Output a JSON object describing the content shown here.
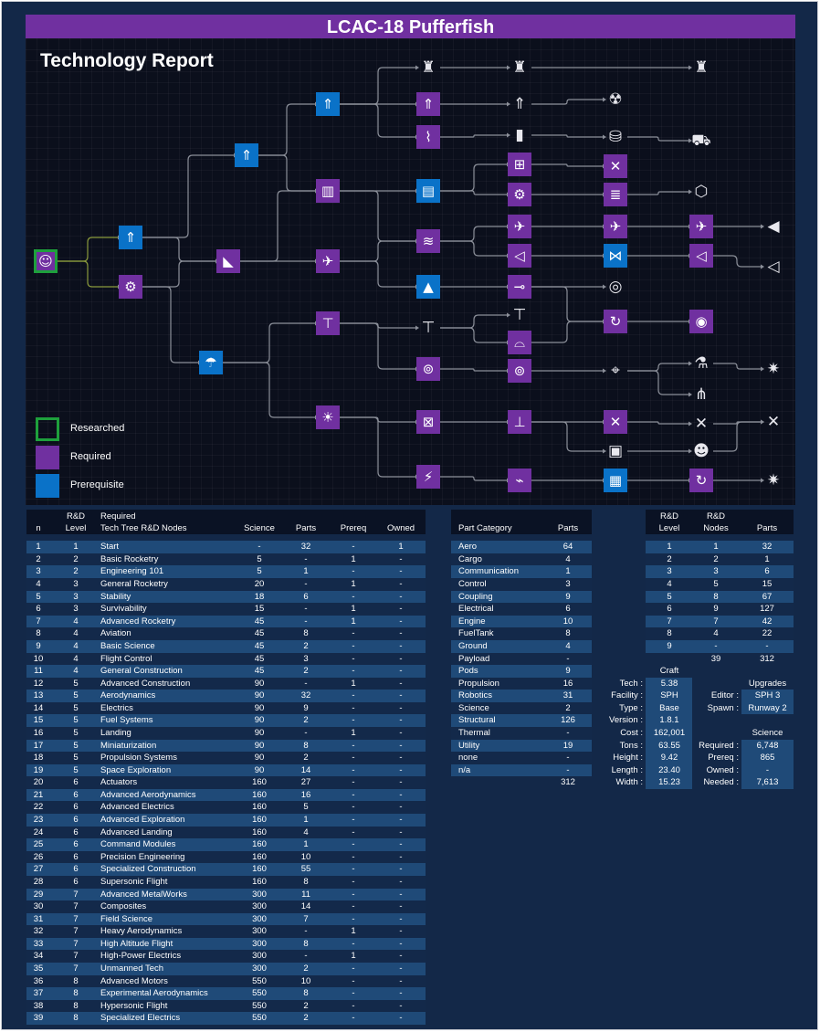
{
  "title": "LCAC-18 Pufferfish",
  "tree": {
    "title": "Technology Report",
    "colors": {
      "required": "#7030a0",
      "prerequisite": "#0a72c8",
      "researched": "#1ea03c"
    },
    "legend": [
      {
        "status": "researched",
        "label": "Researched"
      },
      {
        "status": "required",
        "label": "Required"
      },
      {
        "status": "prerequisite",
        "label": "Prerequisite"
      }
    ],
    "nodes": [
      {
        "id": "a1",
        "status": "researched",
        "icon": "astronaut-icon"
      },
      {
        "id": "b1",
        "status": "prerequisite",
        "icon": "rocket-icon"
      },
      {
        "id": "b2",
        "status": "required",
        "icon": "gears-icon"
      },
      {
        "id": "c1",
        "status": "prerequisite",
        "icon": "rocket-icon"
      },
      {
        "id": "c2",
        "status": "required",
        "icon": "fins-icon"
      },
      {
        "id": "c3",
        "status": "prerequisite",
        "icon": "parachute-icon"
      },
      {
        "id": "d1",
        "status": "prerequisite",
        "icon": "rocket-icon"
      },
      {
        "id": "d2",
        "status": "required",
        "icon": "truss-icon"
      },
      {
        "id": "d3",
        "status": "required",
        "icon": "plane-icon"
      },
      {
        "id": "d4",
        "status": "required",
        "icon": "thermometer-icon"
      },
      {
        "id": "d5",
        "status": "required",
        "icon": "lightbulb-icon"
      },
      {
        "id": "e0",
        "status": "other",
        "icon": "launch-tower-icon"
      },
      {
        "id": "e1",
        "status": "required",
        "icon": "rocket-icon"
      },
      {
        "id": "e2",
        "status": "required",
        "icon": "fuel-hose-icon"
      },
      {
        "id": "e3",
        "status": "prerequisite",
        "icon": "structure-icon"
      },
      {
        "id": "e4",
        "status": "required",
        "icon": "aero-icon"
      },
      {
        "id": "e5",
        "status": "prerequisite",
        "icon": "lander-icon"
      },
      {
        "id": "e6",
        "status": "other",
        "icon": "thermometer-icon"
      },
      {
        "id": "e7",
        "status": "required",
        "icon": "science-icon"
      },
      {
        "id": "e8",
        "status": "required",
        "icon": "box-icon"
      },
      {
        "id": "e9",
        "status": "required",
        "icon": "electric-icon"
      },
      {
        "id": "f0",
        "status": "other",
        "icon": "launch-tower-icon"
      },
      {
        "id": "f1",
        "status": "other",
        "icon": "rocket-icon"
      },
      {
        "id": "f2",
        "status": "other",
        "icon": "fuel-pump-icon"
      },
      {
        "id": "f3",
        "status": "required",
        "icon": "docking-icon"
      },
      {
        "id": "f4",
        "status": "required",
        "icon": "gear-icon"
      },
      {
        "id": "f5",
        "status": "required",
        "icon": "plane-icon"
      },
      {
        "id": "f6",
        "status": "required",
        "icon": "intake-icon"
      },
      {
        "id": "f7",
        "status": "required",
        "icon": "landing-gear-icon"
      },
      {
        "id": "f8",
        "status": "other",
        "icon": "thermometer-icon"
      },
      {
        "id": "f9",
        "status": "required",
        "icon": "capsule-icon"
      },
      {
        "id": "f10",
        "status": "required",
        "icon": "science-icon"
      },
      {
        "id": "f11",
        "status": "required",
        "icon": "caliper-icon"
      },
      {
        "id": "f12",
        "status": "required",
        "icon": "battery-icon"
      },
      {
        "id": "g1",
        "status": "other",
        "icon": "radiation-icon"
      },
      {
        "id": "g2",
        "status": "other",
        "icon": "tank-icon"
      },
      {
        "id": "g3",
        "status": "required",
        "icon": "satellite-icon"
      },
      {
        "id": "g4",
        "status": "required",
        "icon": "panels-icon"
      },
      {
        "id": "g5",
        "status": "required",
        "icon": "plane-icon"
      },
      {
        "id": "g6",
        "status": "prerequisite",
        "icon": "high-altitude-icon"
      },
      {
        "id": "g7",
        "status": "other",
        "icon": "wheel-icon"
      },
      {
        "id": "g8",
        "status": "required",
        "icon": "robot-arm-icon"
      },
      {
        "id": "g9",
        "status": "other",
        "icon": "telescope-icon"
      },
      {
        "id": "g10",
        "status": "required",
        "icon": "satellite-icon"
      },
      {
        "id": "g11",
        "status": "other",
        "icon": "chip-icon"
      },
      {
        "id": "g12",
        "status": "prerequisite",
        "icon": "solar-panel-icon"
      },
      {
        "id": "h0",
        "status": "other",
        "icon": "launch-tower-icon"
      },
      {
        "id": "h1",
        "status": "other",
        "icon": "rover-icon"
      },
      {
        "id": "h2",
        "status": "other",
        "icon": "molecule-icon"
      },
      {
        "id": "h3",
        "status": "required",
        "icon": "plane-icon"
      },
      {
        "id": "h4",
        "status": "required",
        "icon": "intake-icon"
      },
      {
        "id": "h5",
        "status": "required",
        "icon": "motor-icon"
      },
      {
        "id": "h6",
        "status": "other",
        "icon": "flask-icon"
      },
      {
        "id": "h7",
        "status": "other",
        "icon": "network-icon"
      },
      {
        "id": "h8",
        "status": "other",
        "icon": "satellite-icon"
      },
      {
        "id": "h9",
        "status": "other",
        "icon": "robot-icon"
      },
      {
        "id": "h10",
        "status": "required",
        "icon": "robot-arm-icon"
      },
      {
        "id": "i1",
        "status": "other",
        "icon": "engine-icon"
      },
      {
        "id": "i2",
        "status": "other",
        "icon": "intake-icon"
      },
      {
        "id": "i3",
        "status": "other",
        "icon": "starburst-icon"
      },
      {
        "id": "i4",
        "status": "other",
        "icon": "satellite-icon"
      },
      {
        "id": "i5",
        "status": "other",
        "icon": "starburst-icon"
      }
    ],
    "edges": [
      [
        "a1",
        "b1"
      ],
      [
        "a1",
        "b2"
      ],
      [
        "b1",
        "c1"
      ],
      [
        "b1",
        "c2"
      ],
      [
        "b2",
        "c2"
      ],
      [
        "b2",
        "c3"
      ],
      [
        "c1",
        "d1"
      ],
      [
        "c1",
        "d2"
      ],
      [
        "c2",
        "d2"
      ],
      [
        "c2",
        "d3"
      ],
      [
        "c3",
        "d4"
      ],
      [
        "c3",
        "d5"
      ],
      [
        "d1",
        "e0"
      ],
      [
        "d1",
        "e1"
      ],
      [
        "d1",
        "e2"
      ],
      [
        "d2",
        "e3"
      ],
      [
        "d2",
        "e4"
      ],
      [
        "d3",
        "e4"
      ],
      [
        "d3",
        "e5"
      ],
      [
        "d4",
        "e6"
      ],
      [
        "d4",
        "e7"
      ],
      [
        "d5",
        "e8"
      ],
      [
        "d5",
        "e9"
      ],
      [
        "e0",
        "f0"
      ],
      [
        "e1",
        "f1"
      ],
      [
        "e2",
        "f2"
      ],
      [
        "e3",
        "f3"
      ],
      [
        "e3",
        "f4"
      ],
      [
        "e4",
        "f5"
      ],
      [
        "e4",
        "f6"
      ],
      [
        "e5",
        "f7"
      ],
      [
        "e6",
        "f8"
      ],
      [
        "e6",
        "f9"
      ],
      [
        "e7",
        "f10"
      ],
      [
        "e8",
        "f11"
      ],
      [
        "e9",
        "f12"
      ],
      [
        "f1",
        "g1"
      ],
      [
        "f2",
        "g2"
      ],
      [
        "f3",
        "g3"
      ],
      [
        "f4",
        "g4"
      ],
      [
        "f5",
        "g5"
      ],
      [
        "f6",
        "g6"
      ],
      [
        "f7",
        "g7"
      ],
      [
        "f7",
        "g8"
      ],
      [
        "f9",
        "g8"
      ],
      [
        "f10",
        "g9"
      ],
      [
        "f11",
        "g10"
      ],
      [
        "f11",
        "g11"
      ],
      [
        "f12",
        "g12"
      ],
      [
        "f0",
        "h0"
      ],
      [
        "g2",
        "h1"
      ],
      [
        "g4",
        "h2"
      ],
      [
        "g5",
        "h3"
      ],
      [
        "g6",
        "h4"
      ],
      [
        "g8",
        "h5"
      ],
      [
        "g9",
        "h6"
      ],
      [
        "g9",
        "h7"
      ],
      [
        "g10",
        "h8"
      ],
      [
        "g11",
        "h9"
      ],
      [
        "g12",
        "h10"
      ],
      [
        "h3",
        "i1"
      ],
      [
        "h4",
        "i2"
      ],
      [
        "h6",
        "i3"
      ],
      [
        "h8",
        "i4"
      ],
      [
        "h9",
        "i4"
      ],
      [
        "h10",
        "i5"
      ]
    ]
  },
  "nodes_table": {
    "headers": {
      "n": "n",
      "level_top": "R&D",
      "level": "Level",
      "name_top": "Required",
      "name": "Tech Tree R&D Nodes",
      "science": "Science",
      "parts": "Parts",
      "prereq": "Prereq",
      "owned": "Owned"
    },
    "rows": [
      [
        "1",
        "1",
        "Start",
        "-",
        "32",
        "-",
        "1"
      ],
      [
        "2",
        "2",
        "Basic Rocketry",
        "5",
        "-",
        "1",
        "-"
      ],
      [
        "3",
        "2",
        "Engineering 101",
        "5",
        "1",
        "-",
        "-"
      ],
      [
        "4",
        "3",
        "General Rocketry",
        "20",
        "-",
        "1",
        "-"
      ],
      [
        "5",
        "3",
        "Stability",
        "18",
        "6",
        "-",
        "-"
      ],
      [
        "6",
        "3",
        "Survivability",
        "15",
        "-",
        "1",
        "-"
      ],
      [
        "7",
        "4",
        "Advanced Rocketry",
        "45",
        "-",
        "1",
        "-"
      ],
      [
        "8",
        "4",
        "Aviation",
        "45",
        "8",
        "-",
        "-"
      ],
      [
        "9",
        "4",
        "Basic Science",
        "45",
        "2",
        "-",
        "-"
      ],
      [
        "10",
        "4",
        "Flight Control",
        "45",
        "3",
        "-",
        "-"
      ],
      [
        "11",
        "4",
        "General Construction",
        "45",
        "2",
        "-",
        "-"
      ],
      [
        "12",
        "5",
        "Advanced Construction",
        "90",
        "-",
        "1",
        "-"
      ],
      [
        "13",
        "5",
        "Aerodynamics",
        "90",
        "32",
        "-",
        "-"
      ],
      [
        "14",
        "5",
        "Electrics",
        "90",
        "9",
        "-",
        "-"
      ],
      [
        "15",
        "5",
        "Fuel Systems",
        "90",
        "2",
        "-",
        "-"
      ],
      [
        "16",
        "5",
        "Landing",
        "90",
        "-",
        "1",
        "-"
      ],
      [
        "17",
        "5",
        "Miniaturization",
        "90",
        "8",
        "-",
        "-"
      ],
      [
        "18",
        "5",
        "Propulsion Systems",
        "90",
        "2",
        "-",
        "-"
      ],
      [
        "19",
        "5",
        "Space Exploration",
        "90",
        "14",
        "-",
        "-"
      ],
      [
        "20",
        "6",
        "Actuators",
        "160",
        "27",
        "-",
        "-"
      ],
      [
        "21",
        "6",
        "Advanced Aerodynamics",
        "160",
        "16",
        "-",
        "-"
      ],
      [
        "22",
        "6",
        "Advanced Electrics",
        "160",
        "5",
        "-",
        "-"
      ],
      [
        "23",
        "6",
        "Advanced Exploration",
        "160",
        "1",
        "-",
        "-"
      ],
      [
        "24",
        "6",
        "Advanced Landing",
        "160",
        "4",
        "-",
        "-"
      ],
      [
        "25",
        "6",
        "Command Modules",
        "160",
        "1",
        "-",
        "-"
      ],
      [
        "26",
        "6",
        "Precision Engineering",
        "160",
        "10",
        "-",
        "-"
      ],
      [
        "27",
        "6",
        "Specialized  Construction",
        "160",
        "55",
        "-",
        "-"
      ],
      [
        "28",
        "6",
        "Supersonic Flight",
        "160",
        "8",
        "-",
        "-"
      ],
      [
        "29",
        "7",
        "Advanced MetalWorks",
        "300",
        "11",
        "-",
        "-"
      ],
      [
        "30",
        "7",
        "Composites",
        "300",
        "14",
        "-",
        "-"
      ],
      [
        "31",
        "7",
        "Field Science",
        "300",
        "7",
        "-",
        "-"
      ],
      [
        "32",
        "7",
        "Heavy Aerodynamics",
        "300",
        "-",
        "1",
        "-"
      ],
      [
        "33",
        "7",
        "High Altitude Flight",
        "300",
        "8",
        "-",
        "-"
      ],
      [
        "34",
        "7",
        "High-Power Electrics",
        "300",
        "-",
        "1",
        "-"
      ],
      [
        "35",
        "7",
        "Unmanned Tech",
        "300",
        "2",
        "-",
        "-"
      ],
      [
        "36",
        "8",
        "Advanced Motors",
        "550",
        "10",
        "-",
        "-"
      ],
      [
        "37",
        "8",
        "Experimental Aerodynamics",
        "550",
        "8",
        "-",
        "-"
      ],
      [
        "38",
        "8",
        "Hypersonic Flight",
        "550",
        "2",
        "-",
        "-"
      ],
      [
        "39",
        "8",
        "Specialized Electrics",
        "550",
        "2",
        "-",
        "-"
      ]
    ]
  },
  "category_table": {
    "headers": {
      "category": "Part Category",
      "parts": "Parts"
    },
    "rows": [
      [
        "Aero",
        "64"
      ],
      [
        "Cargo",
        "4"
      ],
      [
        "Communication",
        "1"
      ],
      [
        "Control",
        "3"
      ],
      [
        "Coupling",
        "9"
      ],
      [
        "Electrical",
        "6"
      ],
      [
        "Engine",
        "10"
      ],
      [
        "FuelTank",
        "8"
      ],
      [
        "Ground",
        "4"
      ],
      [
        "Payload",
        "-"
      ],
      [
        "Pods",
        "9"
      ],
      [
        "Propulsion",
        "16"
      ],
      [
        "Robotics",
        "31"
      ],
      [
        "Science",
        "2"
      ],
      [
        "Structural",
        "126"
      ],
      [
        "Thermal",
        "-"
      ],
      [
        "Utility",
        "19"
      ],
      [
        "none",
        "-"
      ],
      [
        "n/a",
        "-"
      ]
    ],
    "total": "312"
  },
  "level_table": {
    "headers": {
      "level_top": "R&D",
      "level": "Level",
      "nodes_top": "R&D",
      "nodes": "Nodes",
      "parts": "Parts"
    },
    "rows": [
      [
        "1",
        "1",
        "32"
      ],
      [
        "2",
        "2",
        "1"
      ],
      [
        "3",
        "3",
        "6"
      ],
      [
        "4",
        "5",
        "15"
      ],
      [
        "5",
        "8",
        "67"
      ],
      [
        "6",
        "9",
        "127"
      ],
      [
        "7",
        "7",
        "42"
      ],
      [
        "8",
        "4",
        "22"
      ],
      [
        "9",
        "-",
        "-"
      ]
    ],
    "total_nodes": "39",
    "total_parts": "312"
  },
  "craft": {
    "title": "Craft",
    "rows": [
      [
        "Tech :",
        "5.38"
      ],
      [
        "Facility :",
        "SPH"
      ],
      [
        "Type :",
        "Base"
      ],
      [
        "Version :",
        "1.8.1"
      ],
      [
        "Cost :",
        "162,001"
      ],
      [
        "Tons :",
        "63.55"
      ],
      [
        "Height :",
        "9.42"
      ],
      [
        "Length :",
        "23.40"
      ],
      [
        "Width :",
        "15.23"
      ]
    ]
  },
  "upgrades": {
    "title": "Upgrades",
    "rows": [
      [
        "Editor :",
        "SPH 3"
      ],
      [
        "Spawn :",
        "Runway 2"
      ]
    ]
  },
  "science": {
    "title": "Science",
    "rows": [
      [
        "Required :",
        "6,748"
      ],
      [
        "Prereq :",
        "865"
      ],
      [
        "Owned :",
        "-"
      ],
      [
        "Needed :",
        "7,613"
      ]
    ]
  }
}
